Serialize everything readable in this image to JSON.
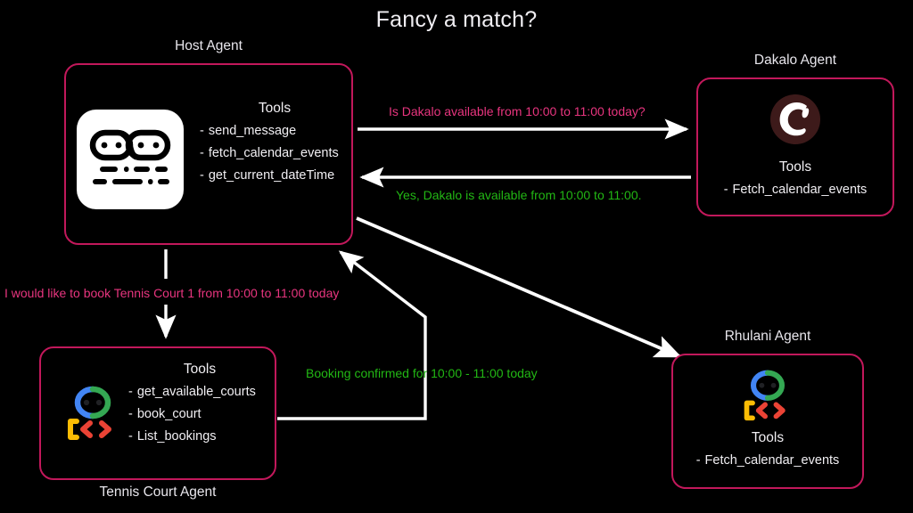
{
  "title": "Fancy a match?",
  "theme": {
    "background": "#000000",
    "box_border": "#c2185b",
    "text": "#f1eff3",
    "request_label": "#e8357f",
    "response_label": "#22b714",
    "arrow": "#ffffff"
  },
  "agents": {
    "host": {
      "caption": "Host Agent",
      "tools_heading": "Tools",
      "icon": "a2a-logo-icon",
      "tools": [
        "send_message",
        "fetch_calendar_events",
        "get_current_dateTime"
      ]
    },
    "dakalo": {
      "caption": "Dakalo Agent",
      "tools_heading": "Tools",
      "icon": "crewai-logo-icon",
      "tools": [
        "Fetch_calendar_events"
      ]
    },
    "tennis": {
      "caption": "Tennis Court Agent",
      "tools_heading": "Tools",
      "icon": "google-adk-logo-icon",
      "tools": [
        "get_available_courts",
        "book_court",
        "List_bookings"
      ]
    },
    "rhulani": {
      "caption": "Rhulani Agent",
      "tools_heading": "Tools",
      "icon": "google-adk-logo-icon",
      "tools": [
        "Fetch_calendar_events"
      ]
    }
  },
  "messages": {
    "ask_dakalo": "Is Dakalo available from 10:00 to 11:00 today?",
    "dakalo_reply": "Yes, Dakalo is available from 10:00 to 11:00.",
    "book_court": "I would like to book Tennis Court 1 from 10:00 to 11:00 today",
    "booking_confirmed": "Booking confirmed for 10:00  - 11:00 today"
  },
  "bullet": "-"
}
